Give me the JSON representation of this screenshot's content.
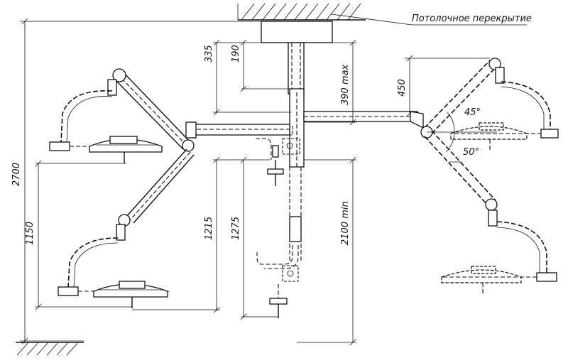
{
  "caption": "Потолочное перекрытие",
  "dimensions": {
    "total_height": "2700",
    "d335": "335",
    "d190": "190",
    "d390max": "390 max",
    "d450": "450",
    "d1150": "1150",
    "d1215": "1215",
    "d1275": "1275",
    "d2100min": "2100 min"
  },
  "angles": {
    "a45": "45°",
    "a50": "50°"
  }
}
